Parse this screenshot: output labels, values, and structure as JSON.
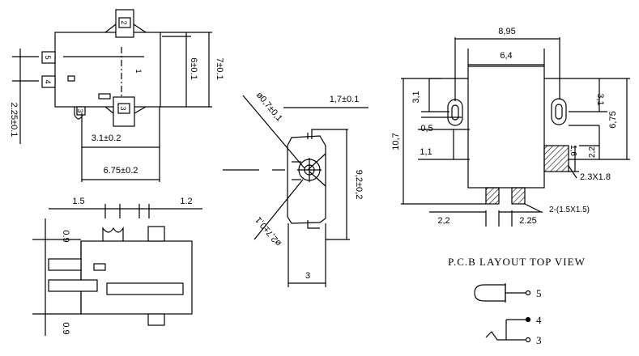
{
  "front_view": {
    "pin_labels": [
      "5",
      "4",
      "3",
      "2",
      "1"
    ],
    "dims": {
      "pin_pitch_small": "2.25±0.1",
      "pin_offset": "3.1±0.2",
      "overall_length": "6.75±0.2",
      "height_inner": "6±0.1",
      "height_outer": "7±0.1"
    }
  },
  "side_view": {
    "dims": {
      "hole_dia": "ø0,7±0,1",
      "wall": "1,7±0.1",
      "body_height": "9,2±0,2",
      "outer_dia": "ø2,7±0,1",
      "depth": "3"
    }
  },
  "bottom_view": {
    "dims": {
      "left": "1.5",
      "right": "1.2",
      "top_gap": "0.9",
      "bottom_gap": "0.9"
    }
  },
  "pcb_layout": {
    "dims": {
      "width": "8,95",
      "inner_width": "6,4",
      "height": "10,7",
      "left_offset": "3,1",
      "slot_width": "0,5",
      "slot_pos": "1,1",
      "right_offset": "3,1",
      "right_height": "6,75",
      "pad_w": "1,6",
      "pad_h": "2,2",
      "pad_size": "2.3X1.8",
      "small_pads": "2-(1.5X1.5)",
      "bottom_left": "2,2",
      "bottom_pitch": "2.25"
    },
    "caption": "P.C.B LAYOUT TOP VIEW"
  },
  "schematic": {
    "pins": [
      "5",
      "4",
      "3"
    ]
  }
}
